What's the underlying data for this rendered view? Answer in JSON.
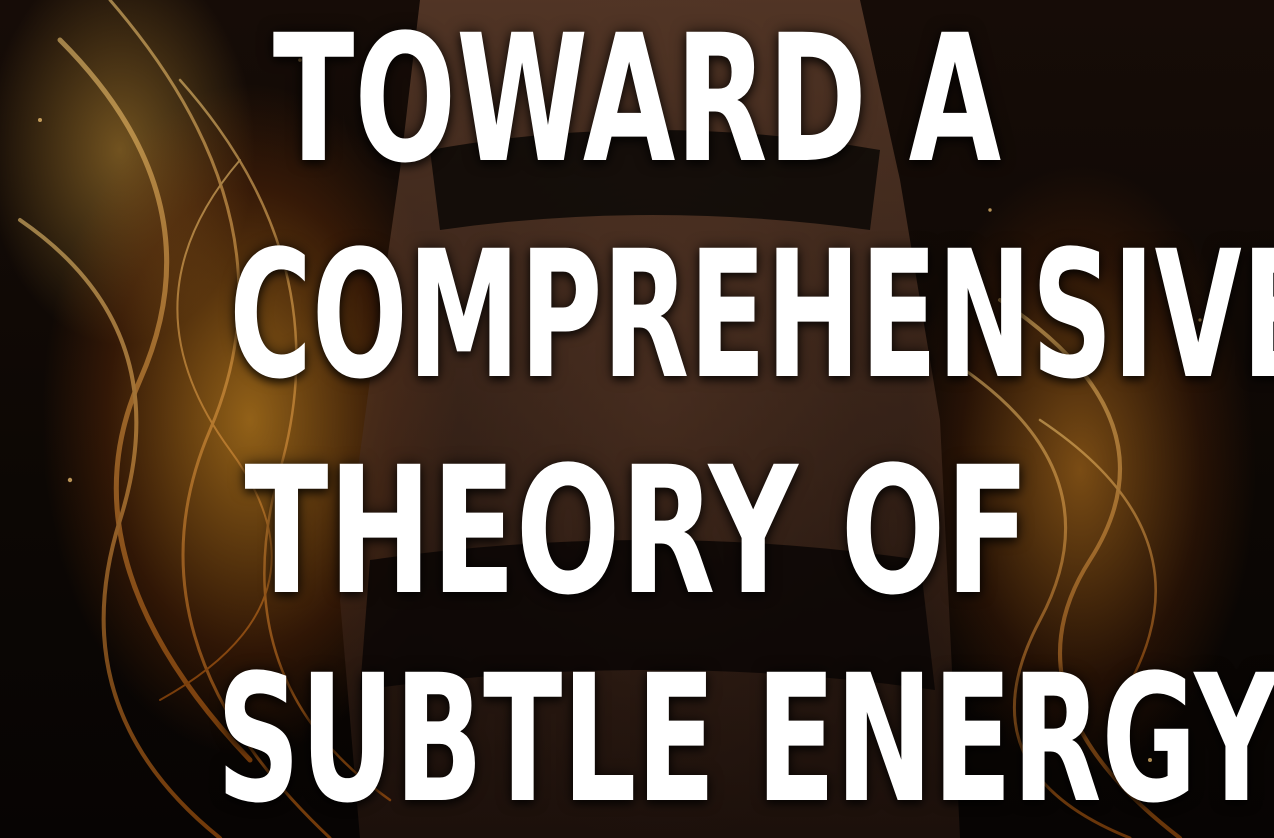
{
  "headline": {
    "lines": [
      "TOWARD A",
      "COMPREHENSIVE",
      "THEORY OF",
      "SUBTLE ENERGY"
    ]
  },
  "colors": {
    "text": "#ffffff",
    "background": "#0b0705",
    "flame": "#ffaa28"
  }
}
